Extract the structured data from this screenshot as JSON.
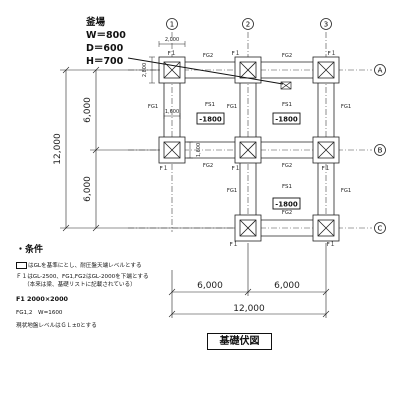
{
  "callout": {
    "label": "釜場",
    "w": "W＝800",
    "d": "D＝600",
    "h": "H＝700"
  },
  "grid": {
    "columns": [
      "1",
      "2",
      "3"
    ],
    "rows": [
      "A",
      "B",
      "C"
    ]
  },
  "dims": {
    "small_2000": "2,000",
    "small_2800": "2,800",
    "small_1600_top": "1,600",
    "small_1600_mid": "1,600",
    "left_6000_top": "6,000",
    "left_6000_bottom": "6,000",
    "left_total": "12,000",
    "bottom_6000_left": "6,000",
    "bottom_6000_right": "6,000",
    "bottom_total": "12,000"
  },
  "labels": {
    "f1": "F１",
    "fg1": "FG1",
    "fg2": "FG2",
    "fs1": "FS1",
    "level": "-1800"
  },
  "notes": {
    "heading": "・条件",
    "line1": "はGLを基準にとし、耐圧盤天端レベルとする",
    "line2": "Ｆ１はGL-2500、FG1,FG2はGL-2000を下端とする",
    "line3": "（本来は梁、基礎リストに記載されている）",
    "spec1": "F1 2000×2000",
    "spec2": "FG1,2　W=1600",
    "spec3": "現状地盤レベルはＧＬ±0とする"
  },
  "title": "基礎伏図"
}
